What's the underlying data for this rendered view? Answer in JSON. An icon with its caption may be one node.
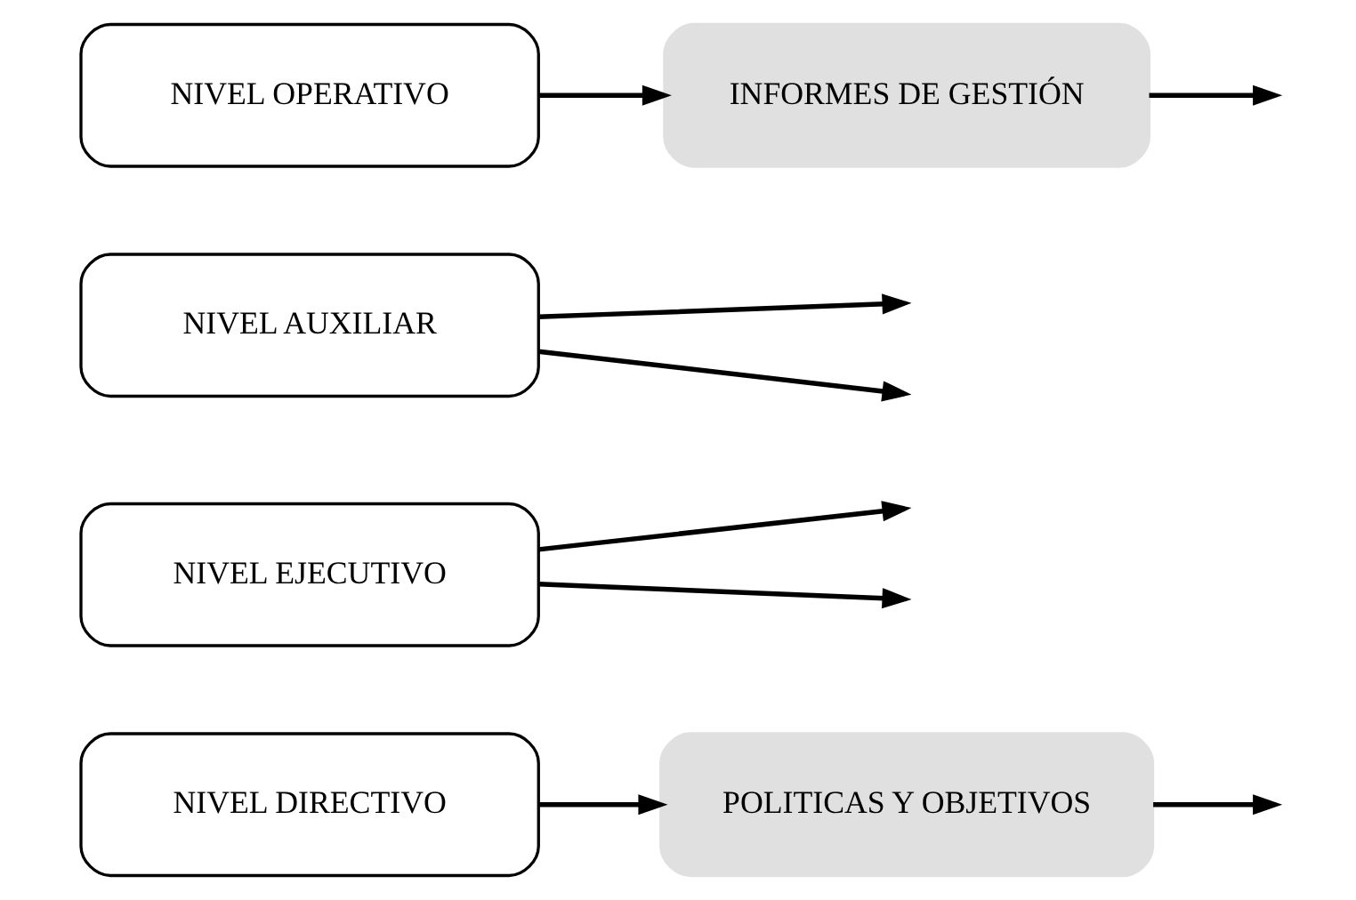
{
  "diagram": {
    "nodes": [
      {
        "text": [
          "POLITICAS Y OBJETIVOS"
        ]
      },
      {
        "text": [
          "NIVEL DIRECTIVO"
        ]
      },
      {
        "text": [
          "NIVEL EJECUTIVO"
        ]
      },
      {
        "text": [
          "NIVEL AUXILIAR"
        ]
      },
      {
        "text": [
          "NIVEL OPERATIVO"
        ]
      },
      {
        "text": [
          "INFORMES DE GESTIÓN"
        ]
      }
    ],
    "edges": [
      {
        "from": 1,
        "to": 0,
        "arrow": "to"
      },
      {
        "from": 0,
        "to": null,
        "arrow": "to"
      },
      {
        "from": 2,
        "to": null,
        "arrow": "to"
      },
      {
        "from": 2,
        "to": null,
        "arrow": "to"
      },
      {
        "from": 3,
        "to": null,
        "arrow": "to"
      },
      {
        "from": 3,
        "to": null,
        "arrow": "to"
      },
      {
        "from": 4,
        "to": 5,
        "arrow": "to"
      },
      {
        "from": 5,
        "to": null,
        "arrow": "to"
      }
    ]
  }
}
